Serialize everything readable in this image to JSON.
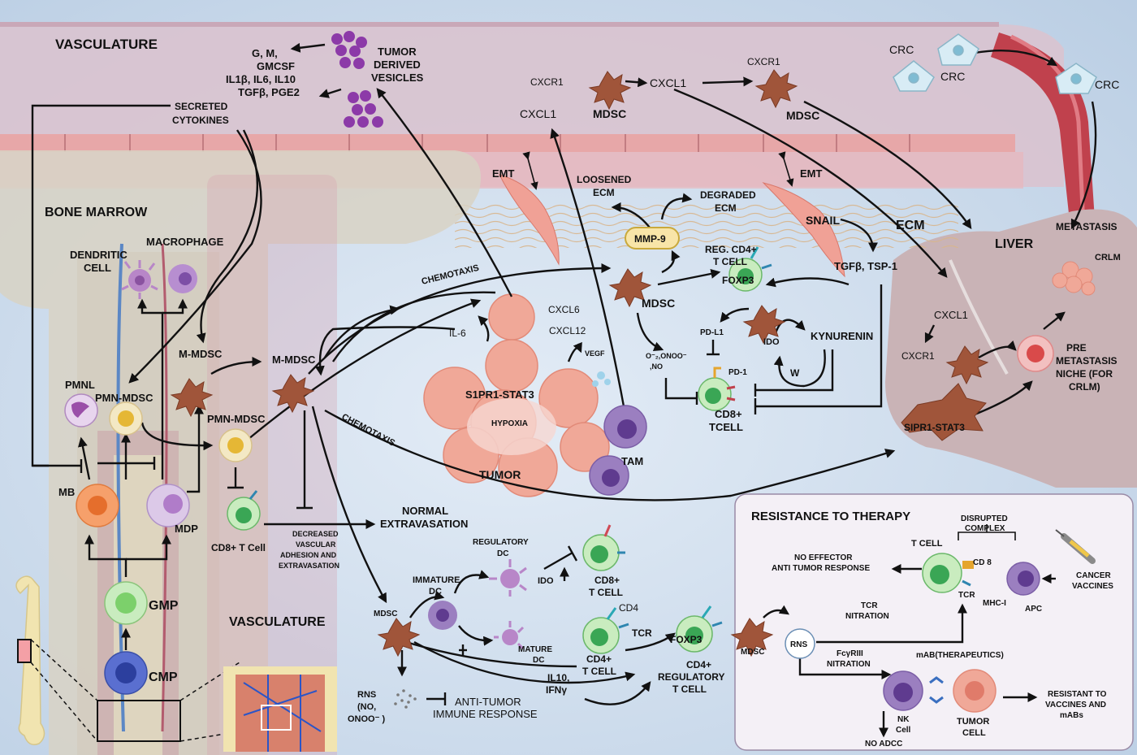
{
  "regions": {
    "vasculature_top": "VASCULATURE",
    "vasculature_bottom": "VASCULATURE",
    "bone_marrow": "BONE MARROW",
    "liver": "LIVER",
    "ecm": "ECM",
    "resistance_title": "RESISTANCE  TO THERAPY"
  },
  "top_labels": {
    "cytokine_list_1": "G, M,",
    "cytokine_list_2": "GMCSF",
    "cytokine_list_3": "IL1β, IL6, IL10",
    "cytokine_list_4": "TGFβ, PGE2",
    "tdv_1": "TUMOR",
    "tdv_2": "DERIVED",
    "tdv_3": "VESICLES",
    "secreted_1": "SECRETED",
    "secreted_2": "CYTOKINES",
    "cxcr1_a": "CXCR1",
    "mdsc_a": "MDSC",
    "cxcl1_a": "CXCL1",
    "cxcl1_b": "CXCL1",
    "cxcr1_b": "CXCR1",
    "mdsc_b": "MDSC",
    "crc_1": "CRC",
    "crc_2": "CRC",
    "crc_3": "CRC"
  },
  "marrow_labels": {
    "dendritic_1": "DENDRITIC",
    "dendritic_2": "CELL",
    "macrophage": "MACROPHAGE",
    "pmnl": "PMNL",
    "pmn_mdsc_a": "PMN-MDSC",
    "m_mdsc_a": "M-MDSC",
    "mb": "MB",
    "mdp": "MDP",
    "gmp": "GMP",
    "cmp": "CMP"
  },
  "center_labels": {
    "emt_a": "EMT",
    "emt_b": "EMT",
    "loosened_1": "LOOSENED",
    "loosened_2": "ECM",
    "degraded_1": "DEGRADED",
    "degraded_2": "ECM",
    "mmp9": "MMP-9",
    "snail": "SNAIL",
    "regcd4_1": "REG. CD4+",
    "regcd4_2": "T CELL",
    "foxp3_a": "FOXP3",
    "tgfb_tsp": "TGFβ, TSP-1",
    "chemotaxis_a": "CHEMOTAXIS",
    "chemotaxis_b": "CHEMOTAXIS",
    "mdsc_c": "MDSC",
    "cxcl6": "CXCL6",
    "cxcl12": "CXCL12",
    "il6": "IL-6",
    "vegf": "VEGF",
    "s1pr1_stat3": "S1PR1-STAT3",
    "hypoxia": "HYPOXIA",
    "tumor": "TUMOR",
    "tam": "TAM",
    "m_mdsc_b": "M-MDSC",
    "pmn_mdsc_b": "PMN-MDSC",
    "cd8_tcell_a": "CD8+ T Cell",
    "ros_1": "O⁻₂,ONOO⁻",
    "ros_2": ",NO",
    "pdl1": "PD-L1",
    "ido_a": "IDO",
    "kynurenin": "KYNURENIN",
    "w": "W",
    "pd1": "PD-1",
    "cd8_tcell_b1": "CD8+",
    "cd8_tcell_b2": "TCELL",
    "decreased_1": "DECREASED",
    "decreased_2": "VASCULAR",
    "decreased_3": "ADHESION AND",
    "decreased_4": "EXTRAVASATION",
    "normal_1": "NORMAL",
    "normal_2": "EXTRAVASATION"
  },
  "liver_labels": {
    "metastasis": "METASTASIS",
    "crlm": "CRLM",
    "cxcl1_c": "CXCL1",
    "cxcr1_c": "CXCR1",
    "pre_1": "PRE",
    "pre_2": "METASTASIS",
    "pre_3": "NICHE (FOR",
    "pre_4": "CRLM)",
    "sipr1_stat3": "SIPR1-STAT3"
  },
  "bottom_labels": {
    "regulatory_dc_1": "REGULATORY",
    "regulatory_dc_2": "DC",
    "immature_dc_1": "IMMATURE",
    "immature_dc_2": "DC",
    "ido_b": "IDO",
    "cd8_c1": "CD8+",
    "cd8_c2": "T CELL",
    "cd4": "CD4",
    "tcr_a": "TCR",
    "mdsc_d": "MDSC",
    "mature_dc_1": "MATURE",
    "mature_dc_2": "DC",
    "cd4_tcell_1": "CD4+",
    "cd4_tcell_2": "T CELL",
    "foxp3_b": "FOXP3",
    "cd4reg_1": "CD4+",
    "cd4reg_2": "REGULATORY",
    "cd4reg_3": "T CELL",
    "il10": "IL10,",
    "ifng": "IFNγ",
    "rns_1": "RNS",
    "rns_2": "(NO,",
    "rns_3": "ONOO⁻ )",
    "antitumor_1": "ANTI-TUMOR",
    "antitumor_2": "IMMUNE RESPONSE"
  },
  "resistance_labels": {
    "disrupted_1": "DISRUPTED",
    "disrupted_2": "COMPLEX",
    "t_cell": "T CELL",
    "no_effector_1": "NO EFFECTOR",
    "no_effector_2": "ANTI TUMOR RESPONSE",
    "cd8": "CD 8",
    "tcr_b": "TCR",
    "mhc1": "MHC-I",
    "apc": "APC",
    "cancer_vaccines_1": "CANCER",
    "cancer_vaccines_2": "VACCINES",
    "tcr_nitration_1": "TCR",
    "tcr_nitration_2": "NITRATION",
    "mdsc_e": "MDSC",
    "rns": "RNS",
    "fcgr_1": "FᴄγRIII",
    "fcgr_2": "NITRATION",
    "mab": "mAB(THERAPEUTICS)",
    "nk_1": "NK",
    "nk_2": "Cell",
    "tumor_cell_1": "TUMOR",
    "tumor_cell_2": "CELL",
    "resistant_1": "RESISTANT TO",
    "resistant_2": "VACCINES AND",
    "resistant_3": "mABs",
    "no_adcc": "NO ADCC"
  },
  "colors": {
    "background_blue": "#cfdcec",
    "vessel_pink": "#d9c3cf",
    "endothelium": "#e9a6a6",
    "bone": "#d8d2c4",
    "tumor_cell": "#f0a898",
    "mdsc": "#a0553a",
    "purple_cell": "#9b7fc0",
    "vesicle": "#8c3aa8",
    "liver": "#c9b3b6",
    "resistance_panel": "#f4f0f6"
  }
}
